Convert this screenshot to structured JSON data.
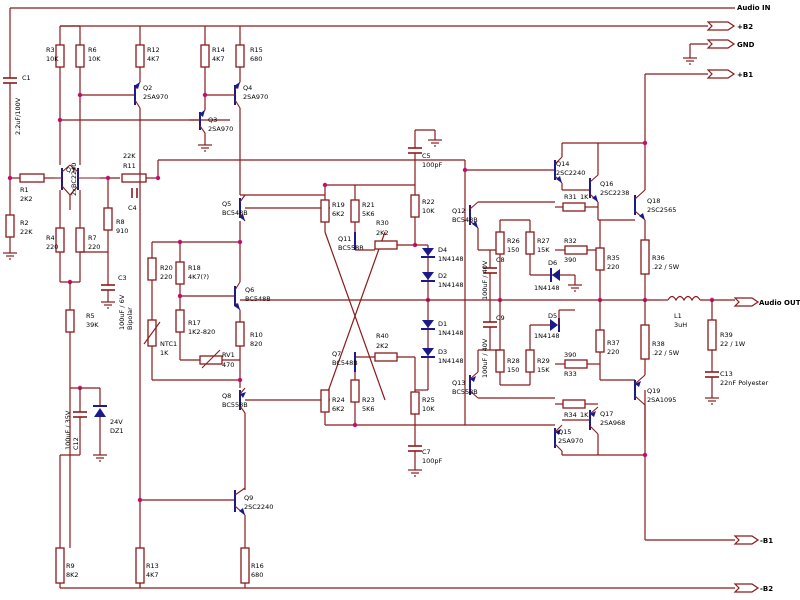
{
  "ports": {
    "audio_in": "Audio IN",
    "plus_b2": "+B2",
    "gnd": "GND",
    "plus_b1": "+B1",
    "audio_out": "Audio OUT",
    "minus_b1": "-B1",
    "minus_b2": "-B2"
  },
  "resistors": {
    "r1": [
      "R1",
      "2K2"
    ],
    "r2": [
      "R2",
      "22K"
    ],
    "r3": [
      "R3",
      "10K"
    ],
    "r4": [
      "R4",
      "220"
    ],
    "r5": [
      "R5",
      "39K"
    ],
    "r6": [
      "R6",
      "10K"
    ],
    "r7": [
      "R7",
      "220"
    ],
    "r8": [
      "R8",
      "910"
    ],
    "r9": [
      "R9",
      "8K2"
    ],
    "r10": [
      "R10",
      "820"
    ],
    "r11": [
      "R11",
      "22K"
    ],
    "r12": [
      "R12",
      "4K7"
    ],
    "r13": [
      "R13",
      "4K7"
    ],
    "r14": [
      "R14",
      "4K7"
    ],
    "r15": [
      "R15",
      "680"
    ],
    "r16": [
      "R16",
      "680"
    ],
    "r17": [
      "R17",
      "1K2-820"
    ],
    "r18": [
      "R18",
      "4K7(?)"
    ],
    "r19": [
      "R19",
      "6K2"
    ],
    "r20": [
      "R20",
      "220"
    ],
    "r21": [
      "R21",
      "5K6"
    ],
    "r22": [
      "R22",
      "10K"
    ],
    "r23": [
      "R23",
      "5K6"
    ],
    "r24": [
      "R24",
      "6K2"
    ],
    "r25": [
      "R25",
      "10K"
    ],
    "r26": [
      "R26",
      "150"
    ],
    "r27": [
      "R27",
      "15K"
    ],
    "r28": [
      "R28",
      "150"
    ],
    "r29": [
      "R29",
      "15K"
    ],
    "r30": [
      "R30",
      "2K2"
    ],
    "r31": [
      "R31",
      "1K"
    ],
    "r32": [
      "R32",
      "390"
    ],
    "r33": [
      "R33",
      "390"
    ],
    "r34": [
      "R34",
      "1K"
    ],
    "r35": [
      "R35",
      "220"
    ],
    "r36": [
      "R36",
      ".22 / 5W"
    ],
    "r37": [
      "R37",
      "220"
    ],
    "r38": [
      "R38",
      ".22 / 5W"
    ],
    "r39": [
      "R39",
      "22 / 1W"
    ],
    "r40": [
      "R40",
      "2K2"
    ]
  },
  "capacitors": {
    "c1": [
      "C1",
      "2.2uF/100V"
    ],
    "c3": [
      "C3",
      "100uF / 6V"
    ],
    "c3_note": "Bipolar",
    "c4": [
      "C4",
      ""
    ],
    "c5": [
      "C5",
      "100pF"
    ],
    "c7": [
      "C7",
      "100pF"
    ],
    "c8": [
      "C8",
      "100uF / 40V"
    ],
    "c9": [
      "C9",
      "100uF / 40V"
    ],
    "c12": [
      "C12",
      "100uF / 35V"
    ],
    "c13": [
      "C13",
      "22nF Polyester"
    ]
  },
  "transistors": {
    "q1": [
      "Q1",
      "2xBC2240"
    ],
    "q2": [
      "Q2",
      "2SA970"
    ],
    "q3": [
      "Q3",
      "2SA970"
    ],
    "q4": [
      "Q4",
      "2SA970"
    ],
    "q5": [
      "Q5",
      "BC548B"
    ],
    "q6": [
      "Q6",
      "BC548B"
    ],
    "q7": [
      "Q7",
      "BC548B"
    ],
    "q8": [
      "Q8",
      "BC558B"
    ],
    "q9": [
      "Q9",
      "2SC2240"
    ],
    "q11": [
      "Q11",
      "BC558B"
    ],
    "q12": [
      "Q12",
      "BC548B"
    ],
    "q13": [
      "Q13",
      "BC558B"
    ],
    "q14": [
      "Q14",
      "2SC2240"
    ],
    "q15": [
      "Q15",
      "2SA970"
    ],
    "q16": [
      "Q16",
      "2SC2238"
    ],
    "q17": [
      "Q17",
      "2SA968"
    ],
    "q18": [
      "Q18",
      "2SC2565"
    ],
    "q19": [
      "Q19",
      "2SA1095"
    ]
  },
  "diodes": {
    "d1": [
      "D1",
      "1N4148"
    ],
    "d2": [
      "D2",
      "1N4148"
    ],
    "d3": [
      "D3",
      "1N4148"
    ],
    "d4": [
      "D4",
      "1N4148"
    ],
    "d5": [
      "D5",
      "1N4148"
    ],
    "d6": [
      "D6",
      "1N4148"
    ],
    "dz1": [
      "DZ1",
      "24V"
    ]
  },
  "misc": {
    "ntc1": [
      "NTC1",
      "1K"
    ],
    "rv1": [
      "RV1",
      "470"
    ],
    "l1": [
      "L1",
      "3uH"
    ]
  },
  "colors": {
    "wire": "#8a1a1a",
    "junction": "#c0106a",
    "device": "#1a1a8a"
  }
}
